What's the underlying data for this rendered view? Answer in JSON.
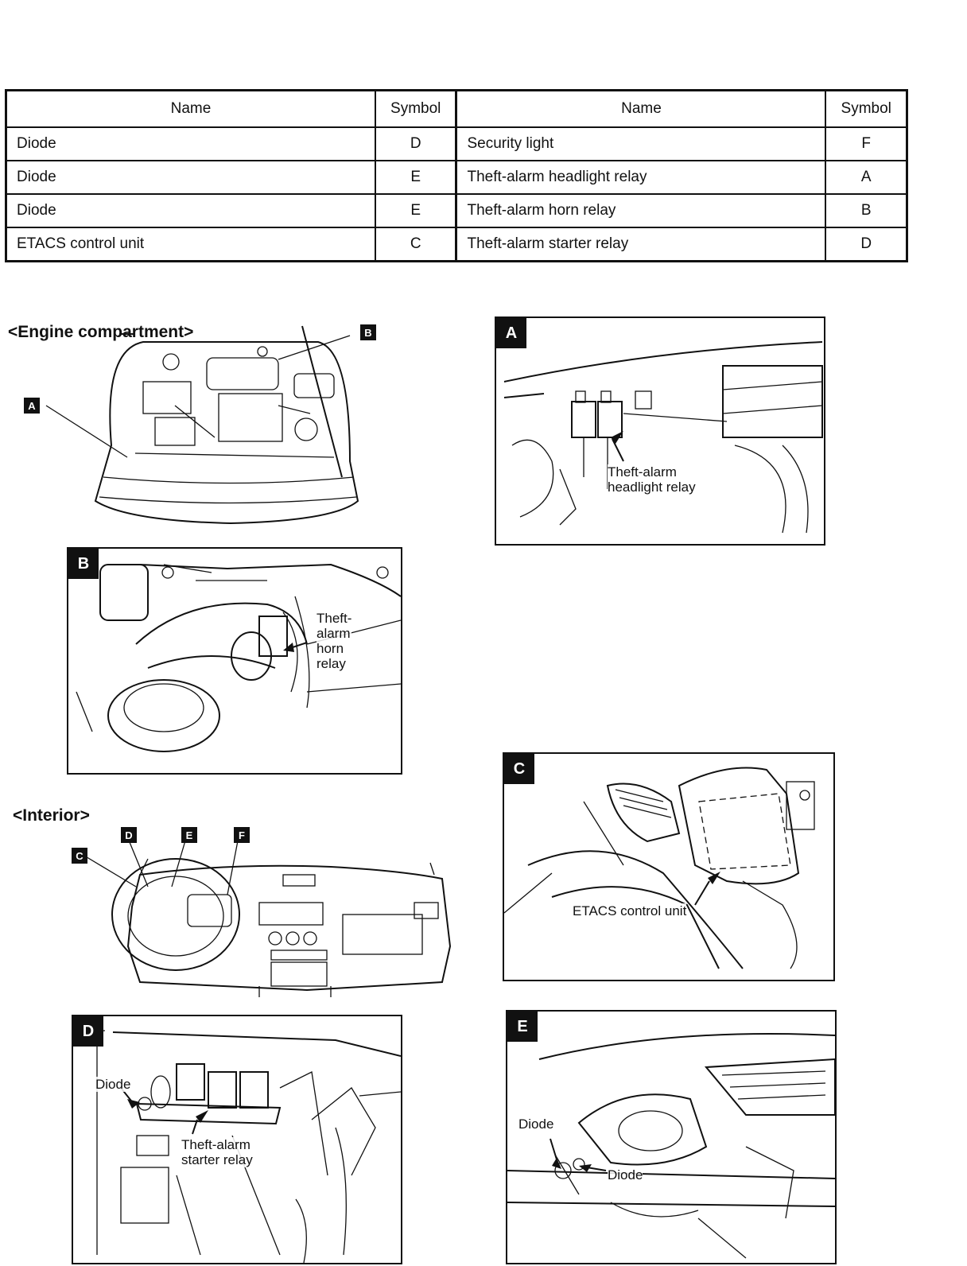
{
  "table": {
    "headers": [
      "Name",
      "Symbol",
      "Name",
      "Symbol"
    ],
    "rows": [
      {
        "name_left": "Diode",
        "symbol_left": "D",
        "name_right": "Security light",
        "symbol_right": "F"
      },
      {
        "name_left": "Diode",
        "symbol_left": "E",
        "name_right": "Theft-alarm headlight relay",
        "symbol_right": "A"
      },
      {
        "name_left": "Diode",
        "symbol_left": "E",
        "name_right": "Theft-alarm horn relay",
        "symbol_right": "B"
      },
      {
        "name_left": "ETACS control unit",
        "symbol_left": "C",
        "name_right": "Theft-alarm starter relay",
        "symbol_right": "D"
      }
    ]
  },
  "sections": {
    "engine": "<Engine compartment>",
    "interior": "<Interior>"
  },
  "overview_tags": {
    "engine": [
      "A",
      "B"
    ],
    "interior": [
      "C",
      "D",
      "E",
      "F"
    ]
  },
  "panels": {
    "A": {
      "tag": "A",
      "callout": "Theft-alarm\nheadlight relay"
    },
    "B": {
      "tag": "B",
      "callout": "Theft-\nalarm\nhorn\nrelay"
    },
    "C": {
      "tag": "C",
      "callout": "ETACS control unit"
    },
    "D": {
      "tag": "D",
      "callout_diode": "Diode",
      "callout_relay": "Theft-alarm\nstarter relay"
    },
    "E": {
      "tag": "E",
      "callout_diode_1": "Diode",
      "callout_diode_2": "Diode"
    }
  }
}
